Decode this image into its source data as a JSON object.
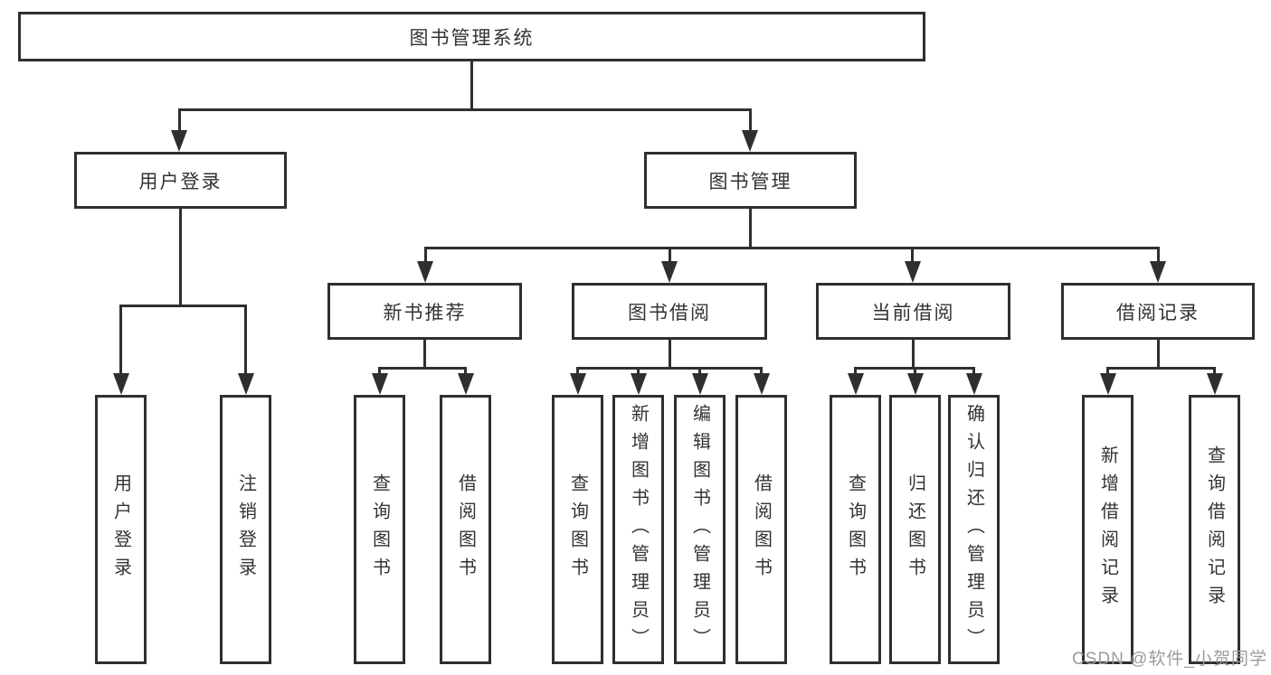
{
  "nodes": {
    "root": "图书管理系统",
    "branch_user": "用户登录",
    "branch_book": "图书管理",
    "section_new_book": "新书推荐",
    "section_book_borrow": "图书借阅",
    "section_current_borrow": "当前借阅",
    "section_borrow_record": "借阅记录",
    "user_children": [
      "用户登录",
      "注销登录"
    ],
    "new_book_children": [
      "查询图书",
      "借阅图书"
    ],
    "book_borrow_children": [
      "查询图书",
      "新增图书（管理员）",
      "编辑图书（管理员）",
      "借阅图书"
    ],
    "current_borrow_children": [
      "查询图书",
      "归还图书",
      "确认归还（管理员）"
    ],
    "borrow_record_children": [
      "新增借阅记录",
      "查询借阅记录"
    ]
  },
  "watermark": {
    "text": "CSDN @软件_小贺同学"
  },
  "colors": {
    "line": "#2f2f2f",
    "box_border": "#2f2f2f",
    "text": "#333333",
    "background": "#ffffff",
    "watermark": "#9c9c9c"
  }
}
